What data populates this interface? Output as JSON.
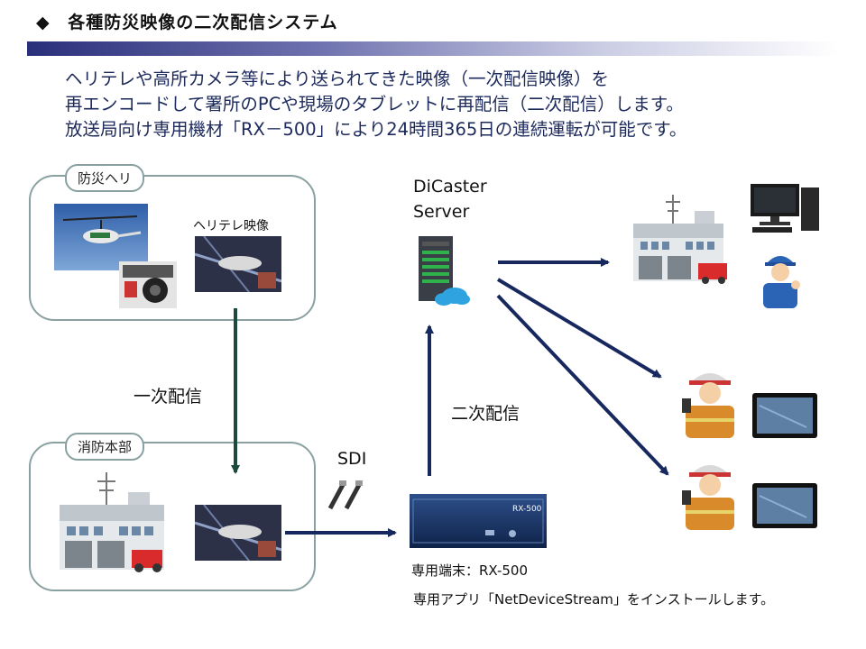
{
  "header": {
    "bullet": "◆",
    "title": "各種防災映像の二次配信システム"
  },
  "description": {
    "lines": [
      "ヘリテレや高所カメラ等により送られてきた映像（一次配信映像）を",
      "再エンコードして署所のPCや現場のタブレットに再配信（二次配信）します。",
      "放送局向け専用機材「RX－500」により24時間365日の連続運転が可能です。"
    ]
  },
  "groups": {
    "heli": {
      "label": "防災ヘリ",
      "video_label": "ヘリテレ映像"
    },
    "hq": {
      "label": "消防本部"
    }
  },
  "flow": {
    "primary": "一次配信",
    "secondary": "二次配信",
    "sdi": "SDI"
  },
  "server": {
    "line1": "DiCaster",
    "line2": "Server"
  },
  "device": {
    "name": "専用端末：RX-500",
    "app": "専用アプリ「NetDeviceStream」をインストールします。",
    "badge": "RX-500"
  },
  "colors": {
    "arrow_navy": "#17285e",
    "arrow_green": "#1c4a3e",
    "group_border": "#8aa1a1"
  }
}
